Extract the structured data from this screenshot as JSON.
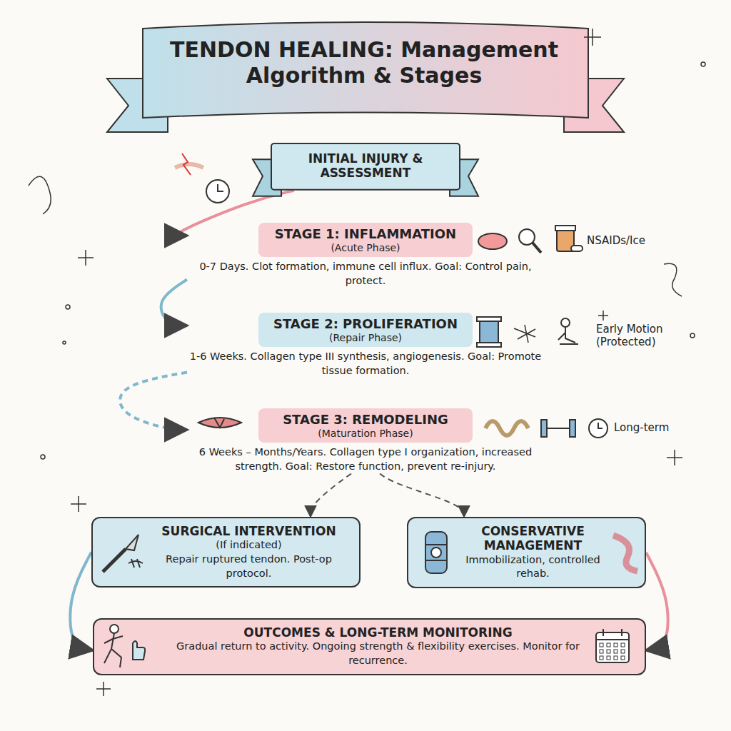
{
  "diagram": {
    "title": "TENDON HEALING: Management Algorithm & Stages",
    "nodes": [
      {
        "text": [
          "INITIAL INJURY & ASSESSMENT"
        ]
      },
      {
        "text": [
          "STAGE 1: INFLAMMATION",
          "(Acute Phase)",
          "0-7 Days. Clot formation, immune cell influx. Goal: Control pain, protect."
        ]
      },
      {
        "text": [
          "STAGE 2: PROLIFERATION",
          "(Repair Phase)",
          "1-6 Weeks. Collagen type III synthesis, angiogenesis. Goal: Promote tissue formation."
        ]
      },
      {
        "text": [
          "STAGE 3: REMODELING",
          "(Maturation Phase)",
          "6 Weeks – Months/Years. Collagen type I organization, increased strength. Goal: Restore function, prevent re-injury."
        ]
      },
      {
        "text": [
          "SURGICAL INTERVENTION",
          "(If indicated)",
          "Repair ruptured tendon. Post-op protocol."
        ]
      },
      {
        "text": [
          "CONSERVATIVE MANAGEMENT",
          "Immobilization, controlled rehab."
        ]
      },
      {
        "text": [
          "OUTCOMES & LONG-TERM MONITORING",
          "Gradual return to activity. Ongoing strength & flexibility exercises. Monitor for recurrence."
        ]
      }
    ],
    "edges": [
      {
        "from": 0,
        "to": 1,
        "arrow": "to"
      },
      {
        "from": 1,
        "to": 2,
        "arrow": "to"
      },
      {
        "from": 2,
        "to": 3,
        "arrow": "to"
      },
      {
        "from": 3,
        "to": 4,
        "arrow": "to"
      },
      {
        "from": 3,
        "to": 5,
        "arrow": "to"
      },
      {
        "from": 4,
        "to": 6,
        "arrow": "to"
      },
      {
        "from": 5,
        "to": 6,
        "arrow": "to"
      }
    ],
    "labels": [
      "NSAIDs/Ice",
      "Early Motion (Protected)",
      "Long-term"
    ]
  }
}
